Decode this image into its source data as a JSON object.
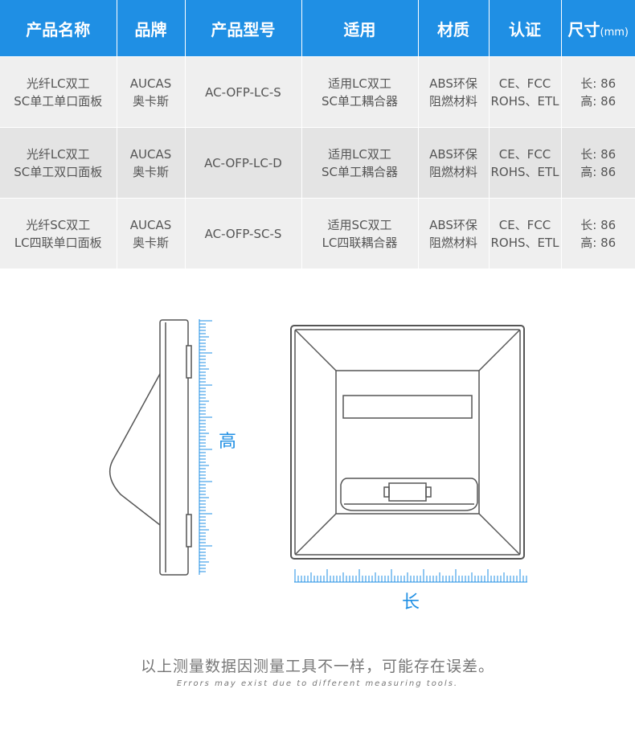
{
  "table": {
    "headers": [
      {
        "label": "产品名称"
      },
      {
        "label": "品牌"
      },
      {
        "label": "产品型号"
      },
      {
        "label": "适用"
      },
      {
        "label": "材质"
      },
      {
        "label": "认证"
      },
      {
        "label": "尺寸",
        "unit": "(mm)"
      }
    ],
    "rows": [
      {
        "name": [
          "光纤LC双工",
          "SC单工单口面板"
        ],
        "brand": [
          "AUCAS",
          "奥卡斯"
        ],
        "model": "AC-OFP-LC-S",
        "usage": [
          "适用LC双工",
          "SC单工耦合器"
        ],
        "material": [
          "ABS环保",
          "阻燃材料"
        ],
        "cert": [
          "CE、FCC",
          "ROHS、ETL"
        ],
        "size": [
          {
            "label": "长:",
            "value": "86"
          },
          {
            "label": "高:",
            "value": "86"
          }
        ]
      },
      {
        "name": [
          "光纤LC双工",
          "SC单工双口面板"
        ],
        "brand": [
          "AUCAS",
          "奥卡斯"
        ],
        "model": "AC-OFP-LC-D",
        "usage": [
          "适用LC双工",
          "SC单工耦合器"
        ],
        "material": [
          "ABS环保",
          "阻燃材料"
        ],
        "cert": [
          "CE、FCC",
          "ROHS、ETL"
        ],
        "size": [
          {
            "label": "长:",
            "value": "86"
          },
          {
            "label": "高:",
            "value": "86"
          }
        ]
      },
      {
        "name": [
          "光纤SC双工",
          "LC四联单口面板"
        ],
        "brand": [
          "AUCAS",
          "奥卡斯"
        ],
        "model": "AC-OFP-SC-S",
        "usage": [
          "适用SC双工",
          "LC四联耦合器"
        ],
        "material": [
          "ABS环保",
          "阻燃材料"
        ],
        "cert": [
          "CE、FCC",
          "ROHS、ETL"
        ],
        "size": [
          {
            "label": "长:",
            "value": "86"
          },
          {
            "label": "高:",
            "value": "86"
          }
        ]
      }
    ]
  },
  "diagram": {
    "height_label": "高",
    "length_label": "长",
    "ruler_color": "#1f8fe4",
    "line_color": "#555555"
  },
  "footer": {
    "note_cn": "以上测量数据因测量工具不一样，可能存在误差。",
    "note_en": "Errors may exist due to different measuring tools."
  }
}
